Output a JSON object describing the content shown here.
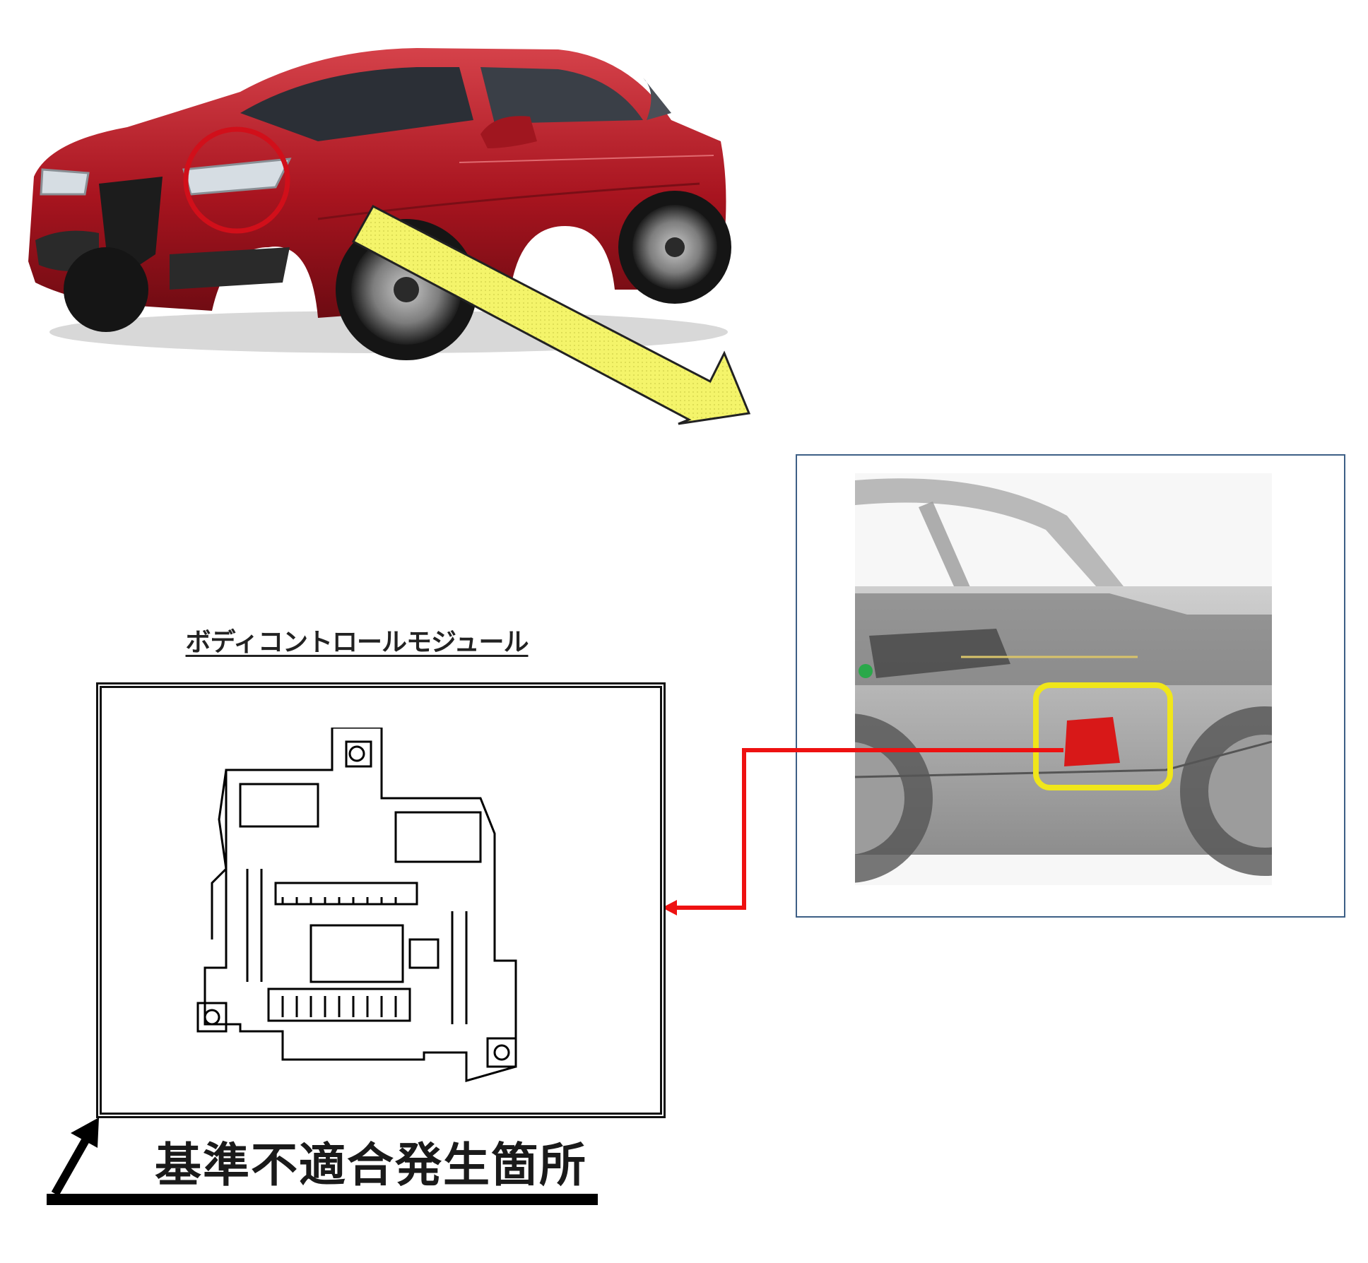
{
  "module": {
    "title": "ボディコントロールモジュール"
  },
  "location": {
    "label": "基準不適合発生箇所"
  },
  "colors": {
    "car_body": "#b3202b",
    "highlight_circle": "#d10f1a",
    "big_arrow": "#f4f46a",
    "highlight_box": "#f0e61a",
    "module_marker": "#d81818",
    "connector_line": "#ee1111",
    "frame_border": "#3d5f86"
  },
  "icons": {
    "car": "car-photo",
    "xray": "xray-vehicle-icon",
    "module": "body-control-module-icon"
  }
}
